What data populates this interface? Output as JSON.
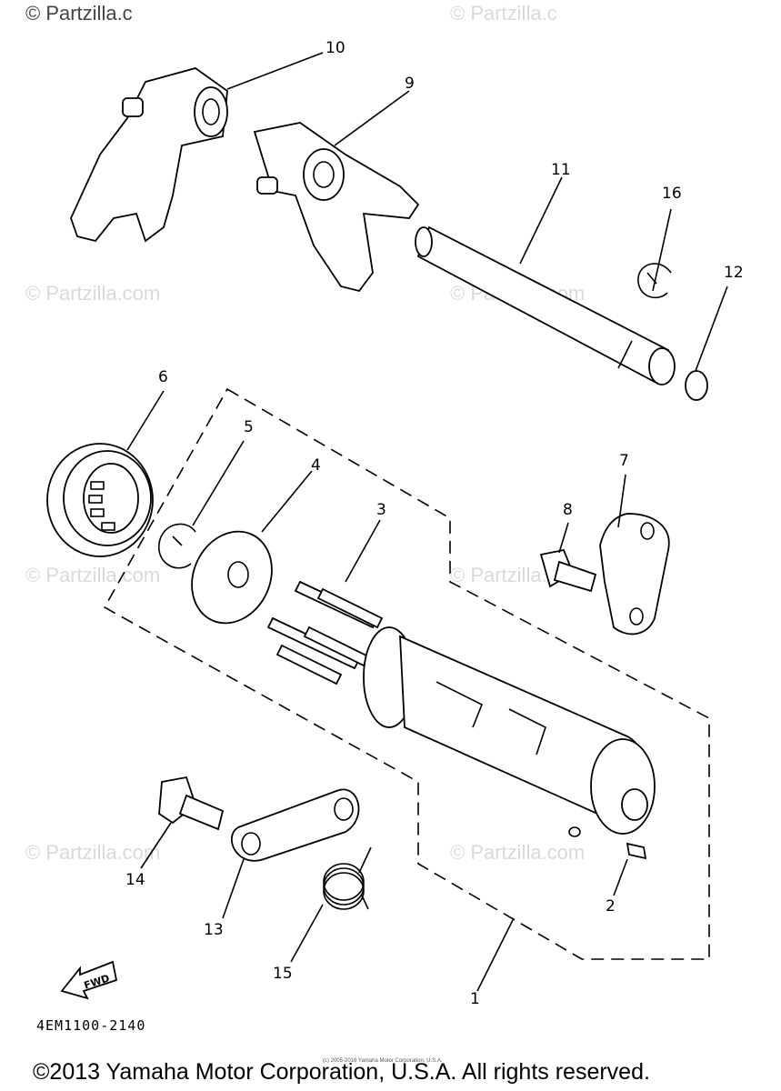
{
  "watermark": {
    "top_left": "© Partzilla.c",
    "top_center": "© Partzilla.c",
    "text": "© Partzilla.com"
  },
  "callouts": [
    "10",
    "9",
    "11",
    "16",
    "12",
    "6",
    "5",
    "4",
    "3",
    "7",
    "8",
    "14",
    "13",
    "15",
    "2",
    "1"
  ],
  "direction_label": "FWD",
  "diagram_code": "4EM1100-2140",
  "fine_print": "(c) 2005-2016 Yamaha Motor Corporation, U.S.A.",
  "copyright": "©2013 Yamaha Motor Corporation, U.S.A. All rights reserved."
}
